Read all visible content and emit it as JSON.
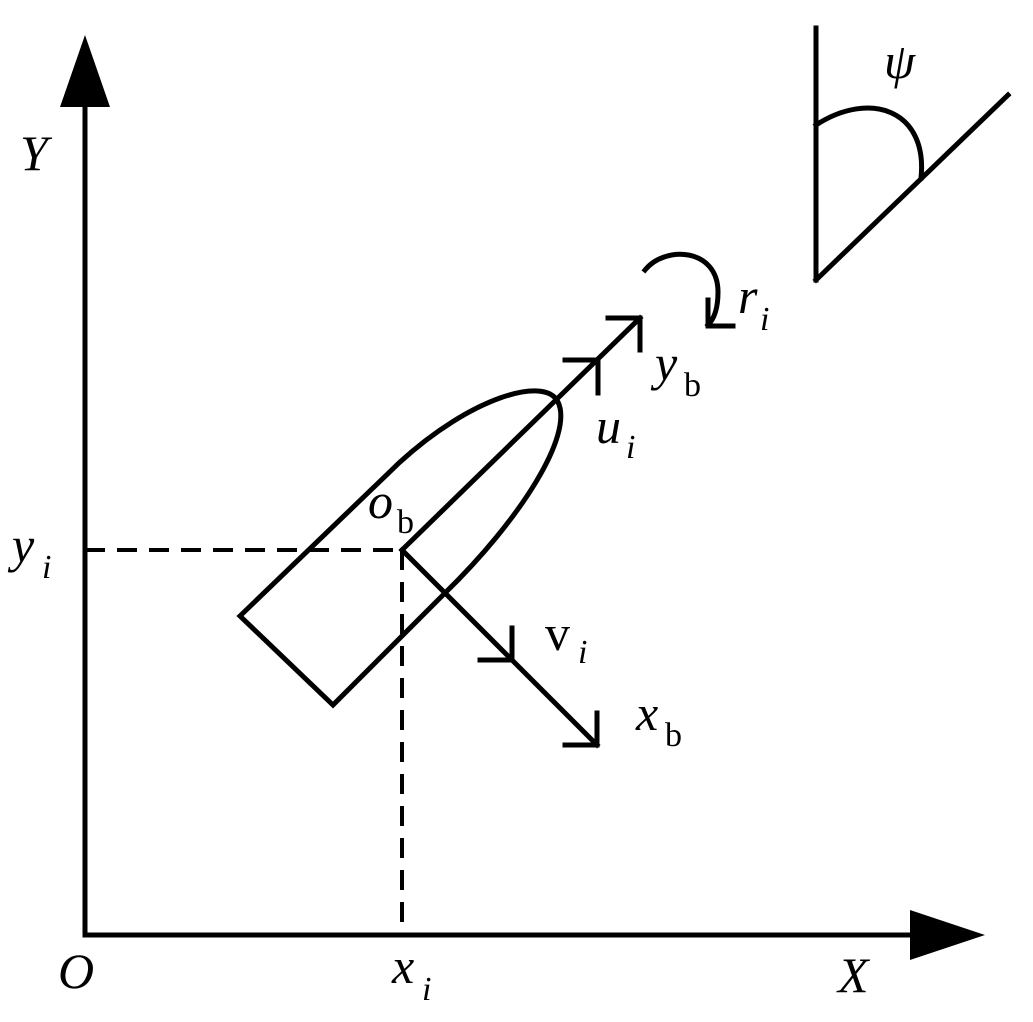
{
  "diagram": {
    "axes": {
      "x_label": "X",
      "y_label": "Y",
      "origin_label": "O"
    },
    "position": {
      "x_main": "x",
      "x_sub": "i",
      "y_main": "y",
      "y_sub": "i"
    },
    "body_frame": {
      "origin_main": "o",
      "origin_sub": "b",
      "xb_main": "x",
      "xb_sub": "b",
      "yb_main": "y",
      "yb_sub": "b"
    },
    "velocities": {
      "u_main": "u",
      "u_sub": "i",
      "v_main": "v",
      "v_sub": "i",
      "r_main": "r",
      "r_sub": "i"
    },
    "heading": {
      "symbol": "ψ"
    }
  }
}
